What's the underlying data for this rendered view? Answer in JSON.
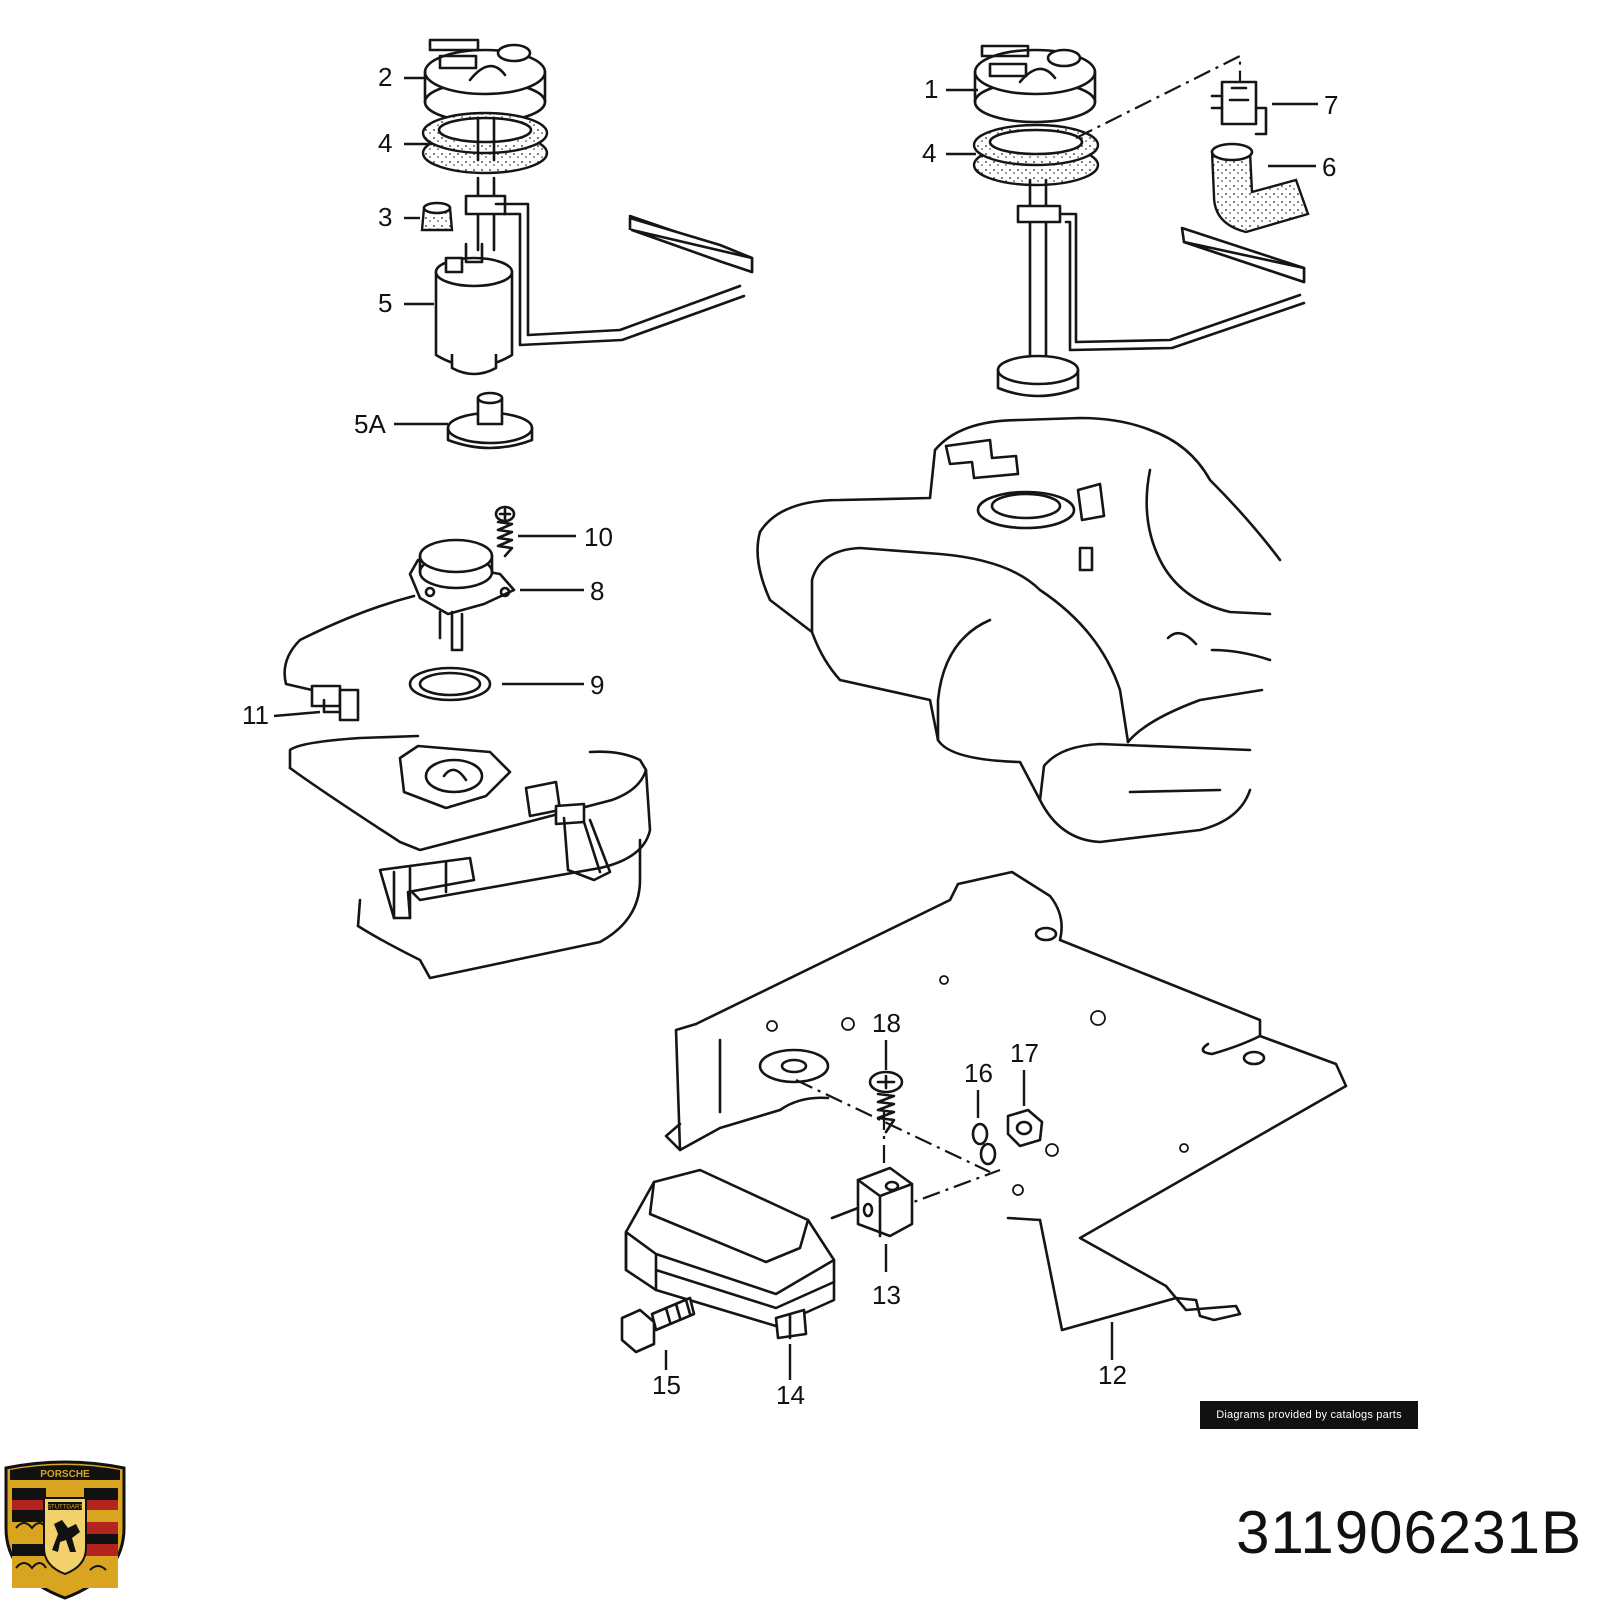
{
  "diagram": {
    "callouts": [
      "1",
      "2",
      "3",
      "4",
      "4",
      "5",
      "5A",
      "6",
      "7",
      "8",
      "9",
      "10",
      "11",
      "12",
      "13",
      "14",
      "15",
      "16",
      "17",
      "18"
    ],
    "credit_text": "Diagrams provided by catalogs parts",
    "part_number": "311906231B"
  },
  "logo": {
    "name": "porsche-crest",
    "wordmark": "PORSCHE",
    "city": "STUTTGART"
  },
  "colors": {
    "ink": "#151515",
    "crest_gold": "#d9a521",
    "crest_red": "#b3241e",
    "crest_black": "#111111"
  }
}
